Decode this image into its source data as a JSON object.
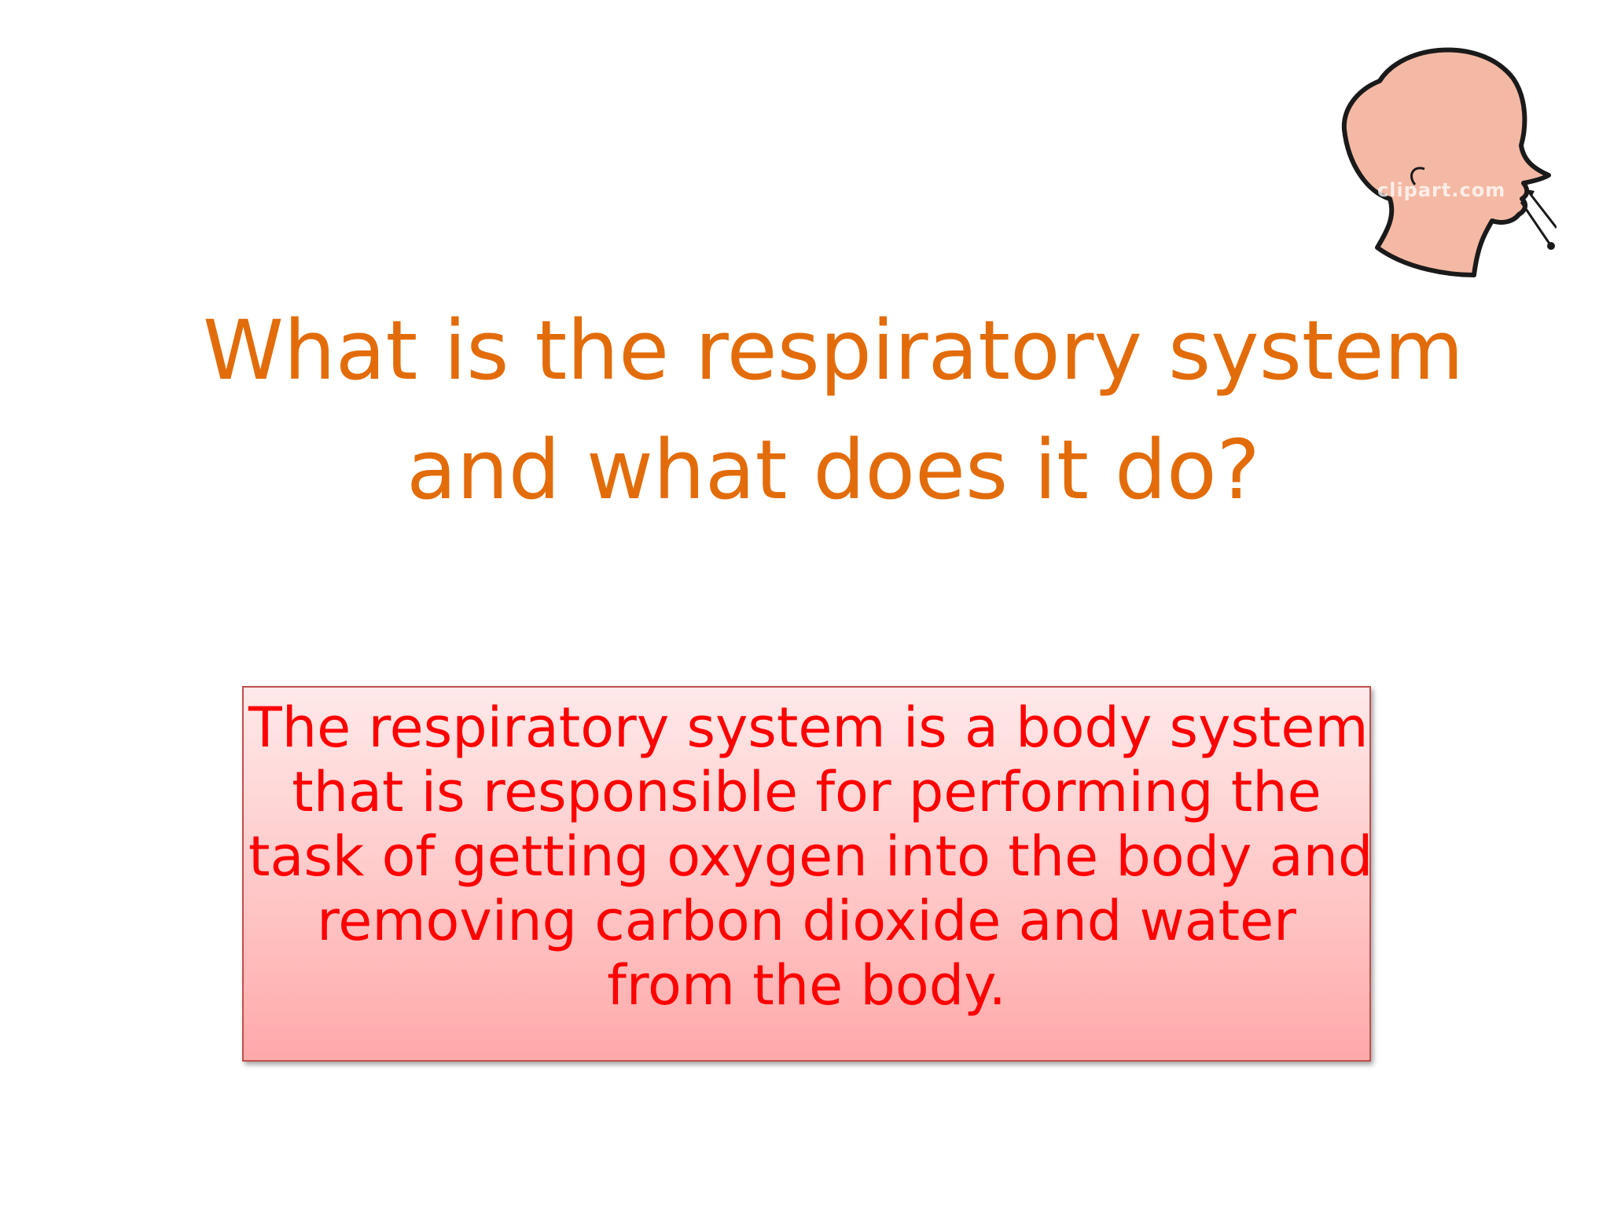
{
  "slide": {
    "title_lines": [
      "What is the respiratory system",
      "and what does it do?"
    ],
    "body_lines": [
      "The respiratory system is a body system",
      "that is responsible for performing the",
      "task of getting oxygen into the body and",
      "removing carbon dioxide and water",
      "from the body."
    ],
    "clipart": {
      "icon": "breathing-head-icon",
      "watermark": "clipart.com"
    }
  },
  "colors": {
    "title": "#E36C0A",
    "body_text": "#FF0000",
    "box_border": "#C0504D",
    "skin": "#F4B9A4"
  }
}
